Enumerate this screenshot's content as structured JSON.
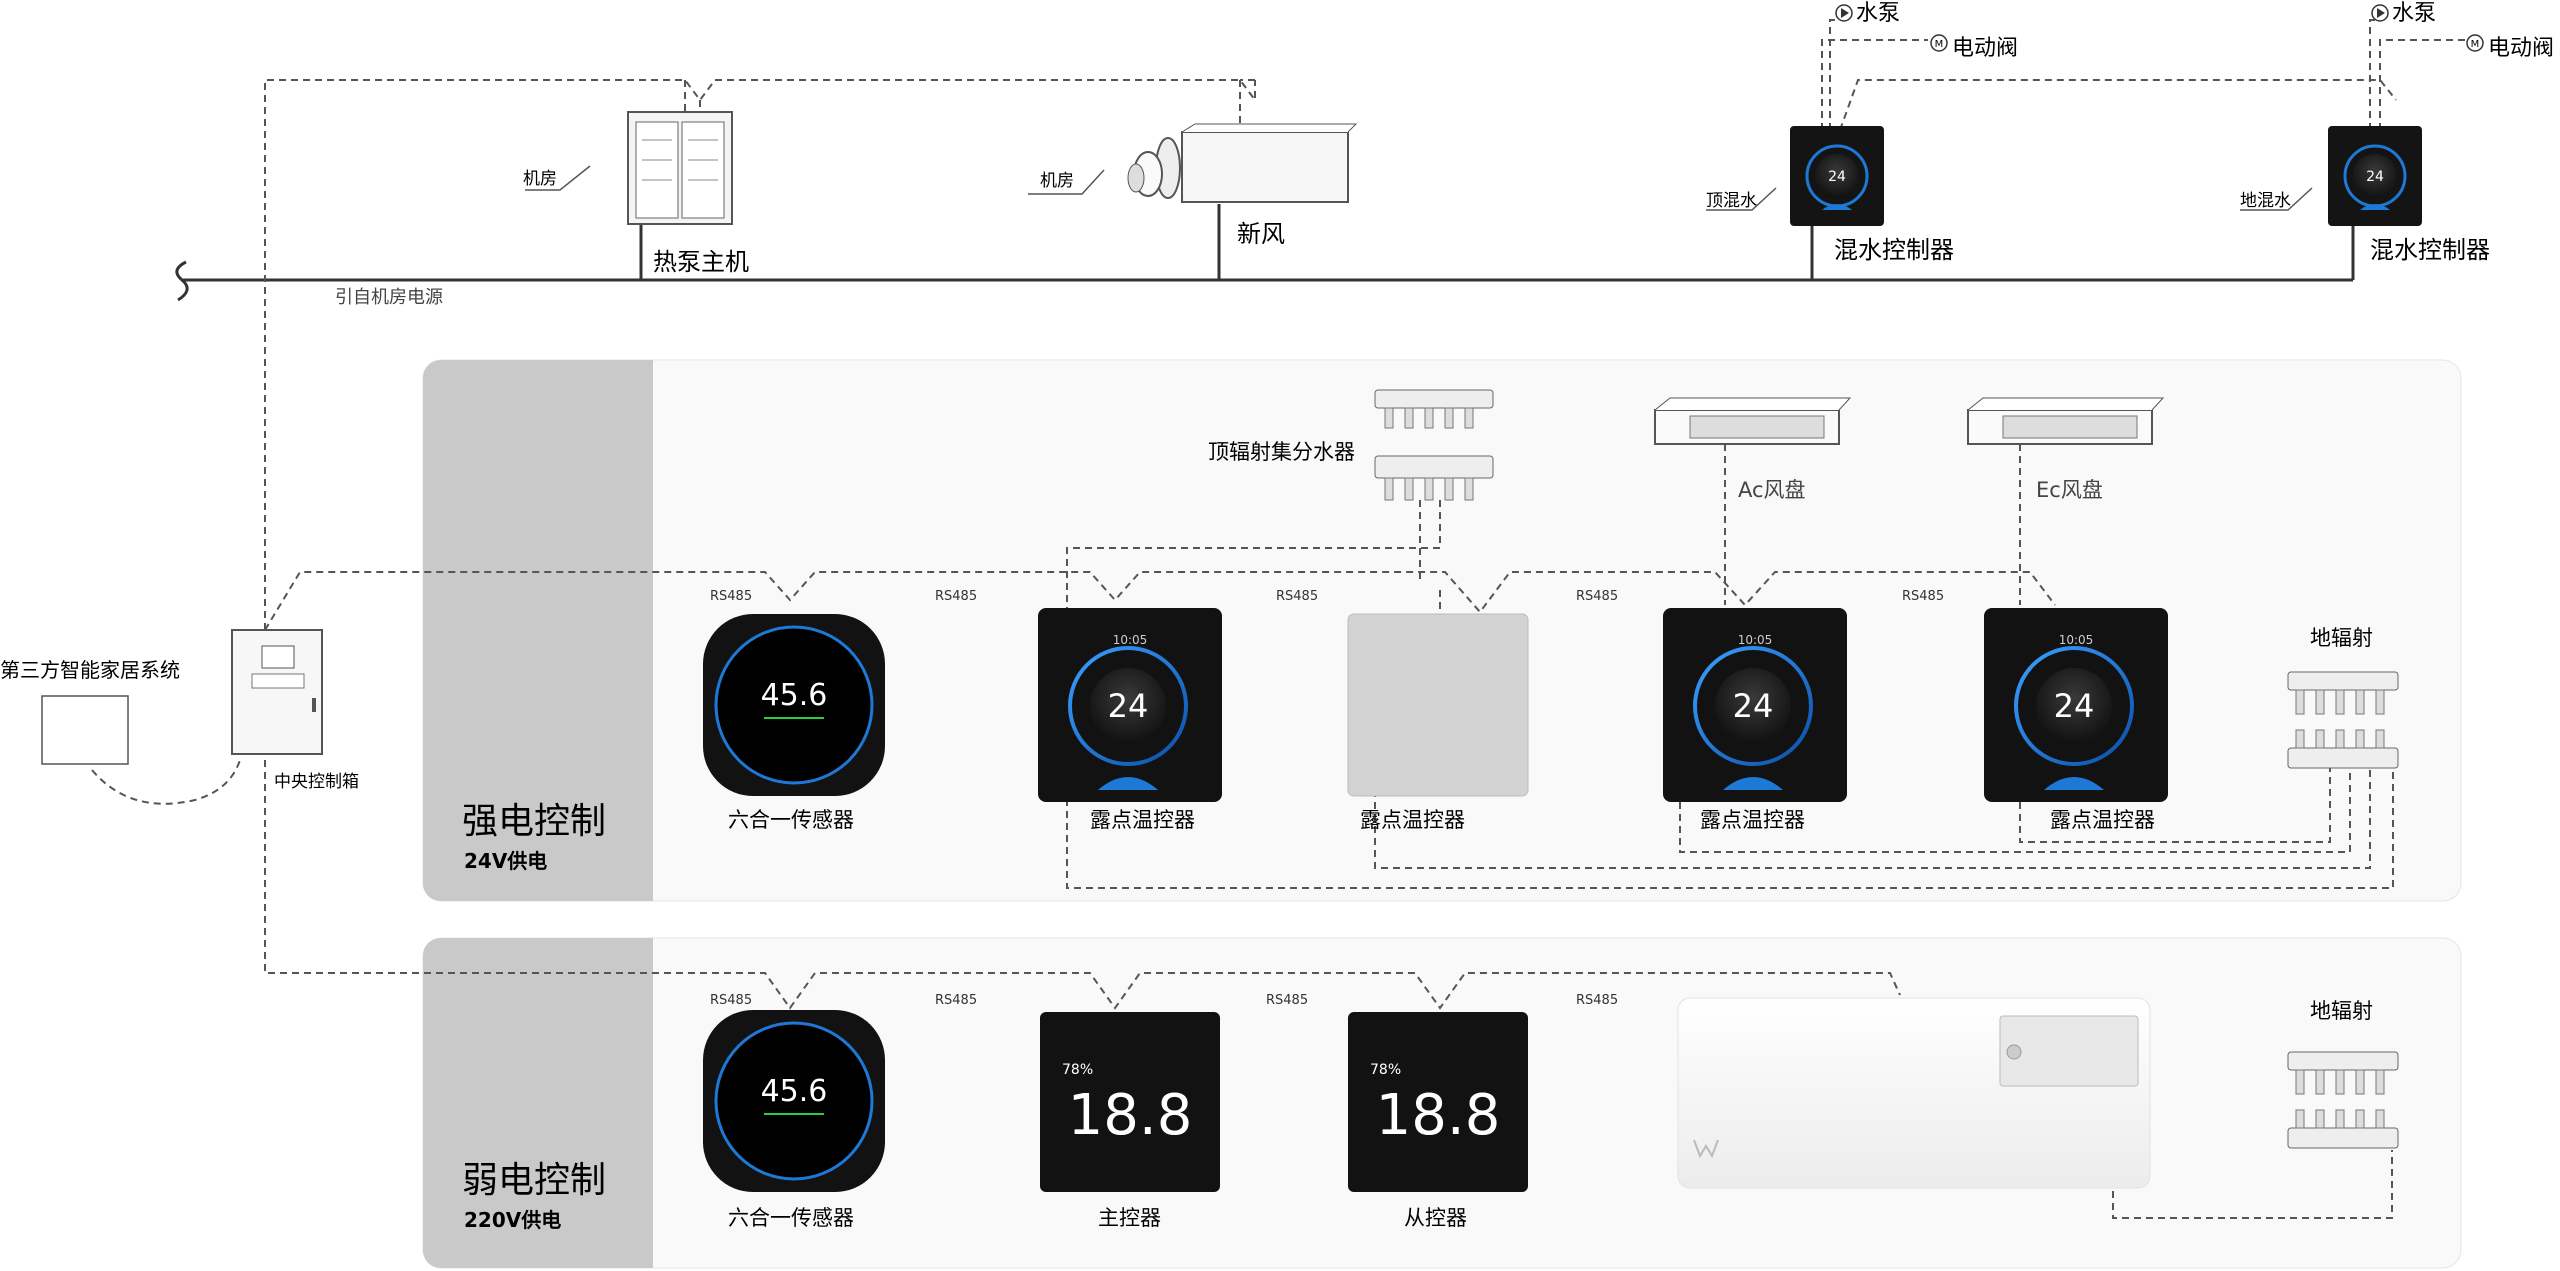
{
  "top_row": {
    "power_source_label": "引自机房电源",
    "heat_pump": {
      "label": "热泵主机",
      "room_label": "机房"
    },
    "fresh_air": {
      "label": "新风",
      "room_label": "机房"
    },
    "mixing_1": {
      "label": "混水控制器",
      "tag": "顶混水",
      "pump_label": "水泵",
      "valve_label": "电动阀",
      "screen_value": "24"
    },
    "mixing_2": {
      "label": "混水控制器",
      "tag": "地混水",
      "pump_label": "水泵",
      "valve_label": "电动阀",
      "screen_value": "24"
    }
  },
  "third_party": {
    "label": "第三方智能家居系统"
  },
  "central_box": {
    "label": "中央控制箱"
  },
  "strong_section": {
    "title": "强电控制",
    "subtitle": "24V供电",
    "manifold_label": "顶辐射集分水器",
    "ac_fan_label": "Ac风盘",
    "ec_fan_label": "Ec风盘",
    "floor_label": "地辐射",
    "rs485_labels": [
      "RS485",
      "RS485",
      "RS485",
      "RS485",
      "RS485"
    ],
    "sensor": {
      "label": "六合一传感器",
      "value": "45.6"
    },
    "thermo_1": {
      "label": "露点温控器",
      "time": "10:05",
      "value": "24"
    },
    "thermo_blank": {
      "label": "露点温控器"
    },
    "thermo_2": {
      "label": "露点温控器",
      "time": "10:05",
      "value": "24"
    },
    "thermo_3": {
      "label": "露点温控器",
      "time": "10:05",
      "value": "24"
    }
  },
  "weak_section": {
    "title": "弱电控制",
    "subtitle": "220V供电",
    "floor_label": "地辐射",
    "rs485_labels": [
      "RS485",
      "RS485",
      "RS485",
      "RS485"
    ],
    "sensor": {
      "label": "六合一传感器",
      "value": "45.6"
    },
    "master": {
      "label": "主控器",
      "value": "18.8",
      "humidity": "78%"
    },
    "slave": {
      "label": "从控器",
      "value": "18.8",
      "humidity": "78%"
    }
  },
  "colors": {
    "panel_bg": "#f9f9f9",
    "panel_side": "#c9c9c9",
    "device_dark": "#1a1a1a",
    "accent_blue": "#1e78d6",
    "line": "#555555"
  }
}
